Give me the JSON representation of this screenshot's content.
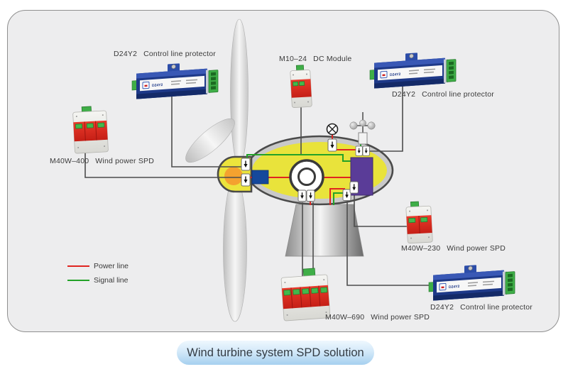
{
  "title": {
    "text": "Wind turbine system SPD solution"
  },
  "legend": {
    "items": [
      {
        "label": "Power line",
        "color": "#e02520"
      },
      {
        "label": "Signal line",
        "color": "#23a228"
      }
    ]
  },
  "devices": {
    "d24y2_top_left": {
      "model": "D24Y2",
      "desc": "Control line protector"
    },
    "m10_24": {
      "model": "M10–24",
      "desc": "DC Module"
    },
    "d24y2_top_right": {
      "model": "D24Y2",
      "desc": "Control line protector"
    },
    "m40w_400": {
      "model": "M40W–400",
      "desc": "Wind power SPD"
    },
    "m40w_230": {
      "model": "M40W–230",
      "desc": "Wind power SPD"
    },
    "d24y2_bottom_right": {
      "model": "D24Y2",
      "desc": "Control line protector"
    },
    "m40w_690": {
      "model": "M40W–690",
      "desc": "Wind power SPD"
    }
  },
  "device_face_text": "D24Y2",
  "diagram": {
    "wire_colors": {
      "power": "#e02520",
      "signal": "#23a228"
    },
    "icons": [
      "obstruction-light-icon",
      "anemometer-icon",
      "down-arrow-icon"
    ],
    "nacelle_color": "#e9e33b",
    "cabinet_color": "#5a3c98",
    "gearbox_color": "#15489b"
  }
}
